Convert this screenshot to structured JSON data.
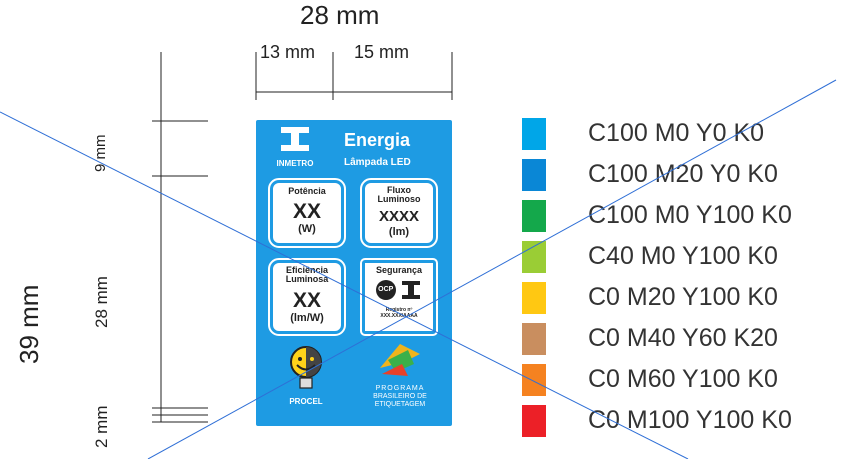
{
  "dimensions": {
    "total_width": "28 mm",
    "left_width": "13 mm",
    "right_width": "15 mm",
    "total_height": "39 mm",
    "seg_top": "9 mm",
    "seg_middle": "28 mm",
    "seg_bottom": "2 mm"
  },
  "label": {
    "logo_text": "INMETRO",
    "title": "Energia",
    "subtitle": "Lâmpada LED",
    "potencia": {
      "title": "Potência",
      "value": "XX",
      "unit": "(W)"
    },
    "fluxo": {
      "title_line1": "Fluxo",
      "title_line2": "Luminoso",
      "value": "XXXX",
      "unit": "(lm)"
    },
    "eficiencia": {
      "title_line1": "Eficiência",
      "title_line2": "Luminosa",
      "value": "XX",
      "unit": "(lm/W)"
    },
    "seguranca": {
      "title": "Segurança",
      "ocp": "OCP",
      "registry": "Registro nº XXX.XXX/AAAA"
    },
    "procel": "PROCEL",
    "pbe_line1": "PROGRAMA",
    "pbe_line2": "BRASILEIRO DE",
    "pbe_line3": "ETIQUETAGEM"
  },
  "colors": [
    {
      "hex": "#00a6e8",
      "label": "C100 M0 Y0 K0"
    },
    {
      "hex": "#0a87d6",
      "label": "C100 M20 Y0 K0"
    },
    {
      "hex": "#14a84b",
      "label": "C100 M0 Y100 K0"
    },
    {
      "hex": "#9acd35",
      "label": "C40 M0 Y100 K0"
    },
    {
      "hex": "#ffc812",
      "label": "C0 M20 Y100 K0"
    },
    {
      "hex": "#c98e5f",
      "label": "C0 M40 Y60 K20"
    },
    {
      "hex": "#f58220",
      "label": "C0 M60 Y100 K0"
    },
    {
      "hex": "#ec2027",
      "label": "C0 M100 Y100 K0"
    }
  ]
}
